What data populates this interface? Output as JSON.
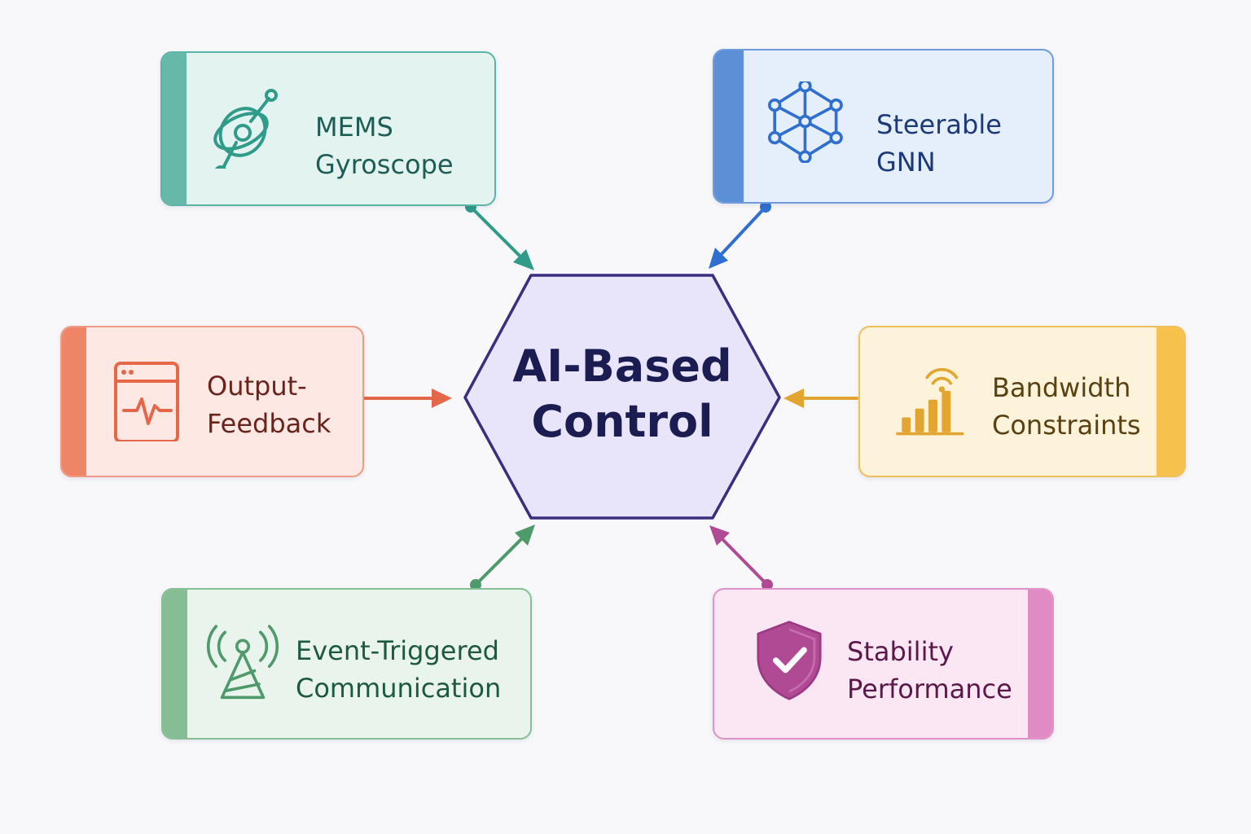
{
  "hub": {
    "line1": "AI-Based",
    "line2": "Control",
    "fill": "#e8e5fb",
    "stroke": "#3b2e7e"
  },
  "nodes": {
    "mems": {
      "line1": "MEMS",
      "line2": "Gyroscope",
      "icon": "gyroscope-icon",
      "accent": "#2f9b88"
    },
    "gnn": {
      "line1": "Steerable",
      "line2": "GNN",
      "icon": "network-graph-icon",
      "accent": "#2f6fd0"
    },
    "output": {
      "line1": "Output-",
      "line2": "Feedback",
      "icon": "monitor-waveform-icon",
      "accent": "#e5674a"
    },
    "bandwidth": {
      "line1": "Bandwidth",
      "line2": "Constraints",
      "icon": "signal-bars-icon",
      "accent": "#e2a630"
    },
    "event": {
      "line1": "Event-Triggered",
      "line2": "Communication",
      "icon": "antenna-tower-icon",
      "accent": "#4f9a6a"
    },
    "stability": {
      "line1": "Stability",
      "line2": "Performance",
      "icon": "shield-check-icon",
      "accent": "#b04a95"
    }
  }
}
